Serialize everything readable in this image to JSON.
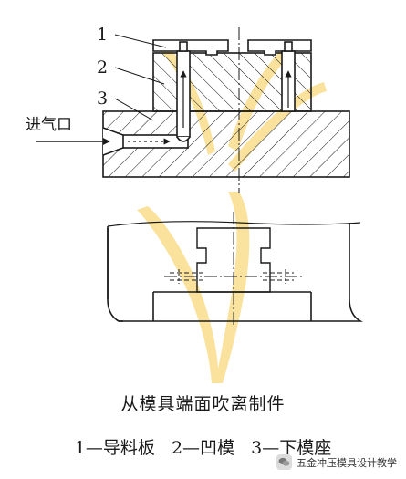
{
  "callouts": [
    {
      "id": "1",
      "label": "1"
    },
    {
      "id": "2",
      "label": "2"
    },
    {
      "id": "3",
      "label": "3"
    }
  ],
  "inlet_label": "进气口",
  "caption_title": "从模具端面吹离制件",
  "caption_legend": "1—导料板   2—凹模   3—下模座",
  "watermark": {
    "text": "五金冲压模具设计教学",
    "icon": "wechat-icon"
  },
  "colors": {
    "line": "#1a1a1a",
    "watermark_rays": "#f6cc4e",
    "background": "#ffffff"
  }
}
